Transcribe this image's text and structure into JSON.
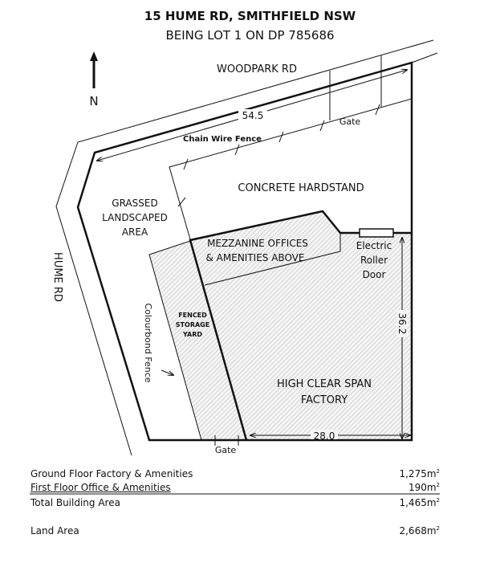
{
  "header": {
    "title": "15 HUME RD, SMITHFIELD NSW",
    "subtitle": "BEING LOT 1 ON DP 785686"
  },
  "plan": {
    "north_label": "N",
    "road_north": "WOODPARK RD",
    "road_west": "HUME RD",
    "dim_frontage": "54.5",
    "dim_depth": "36.2",
    "dim_width": "28.0",
    "fence_chain": "Chain Wire Fence",
    "fence_colourbond": "Colourbond Fence",
    "gate_top": "Gate",
    "gate_bottom": "Gate",
    "grassed": [
      "GRASSED",
      "LANDSCAPED",
      "AREA"
    ],
    "hardstand": "CONCRETE HARDSTAND",
    "mezzanine": [
      "MEZZANINE OFFICES",
      "& AMENITIES ABOVE"
    ],
    "roller_door": [
      "Electric",
      "Roller",
      "Door"
    ],
    "storage": [
      "FENCED",
      "STORAGE",
      "YARD"
    ],
    "factory": [
      "HIGH CLEAR SPAN",
      "FACTORY"
    ]
  },
  "areas": [
    {
      "label": "Ground Floor Factory & Amenities",
      "value": "1,275m",
      "unit_sup": "2"
    },
    {
      "label": "First Floor Office & Amenities",
      "value": "190m",
      "unit_sup": "2"
    },
    {
      "label": "Total Building Area",
      "value": "1,465m",
      "unit_sup": "2"
    },
    {
      "label": "Land Area",
      "value": "2,668m",
      "unit_sup": "2"
    }
  ]
}
